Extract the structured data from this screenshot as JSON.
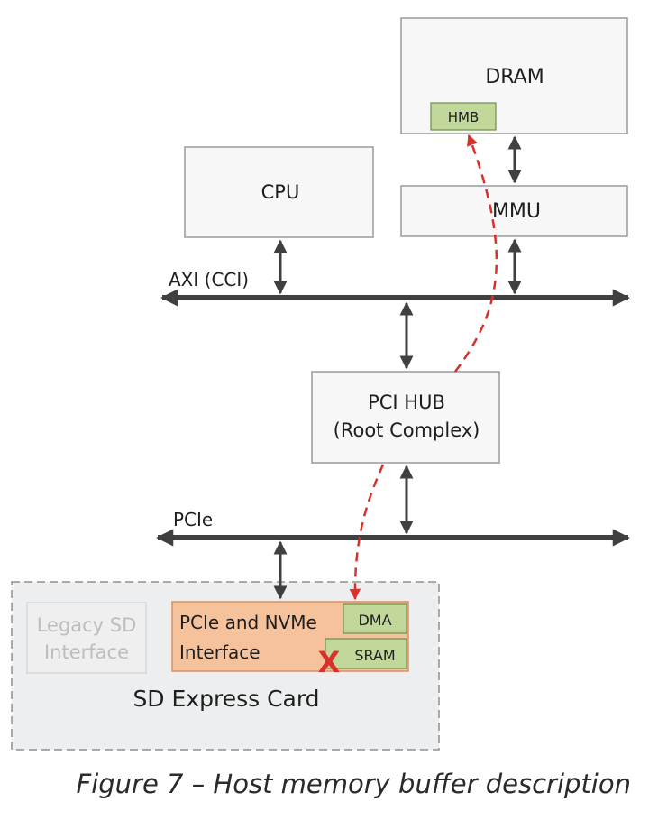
{
  "blocks": {
    "dram": "DRAM",
    "hmb": "HMB",
    "cpu": "CPU",
    "mmu": "MMU",
    "pci_hub_line1": "PCI HUB",
    "pci_hub_line2": "(Root Complex)",
    "legacy_line1": "Legacy SD",
    "legacy_line2": "Interface",
    "pcie_nvme_line1": "PCIe and NVMe",
    "pcie_nvme_line2": "Interface",
    "dma": "DMA",
    "sram": "SRAM",
    "sram_marker": "X",
    "card_title": "SD Express Card"
  },
  "buses": {
    "axi": "AXI (CCI)",
    "pcie": "PCIe"
  },
  "caption": "Figure 7 – Host memory buffer description",
  "colors": {
    "block_fill": "#f7f7f7",
    "block_stroke": "#9a9a9a",
    "green": "#c2d89b",
    "orange": "#f6c29b",
    "bus": "#404040",
    "dash_arrow": "#d9312a",
    "card_fill": "#eceeef"
  }
}
